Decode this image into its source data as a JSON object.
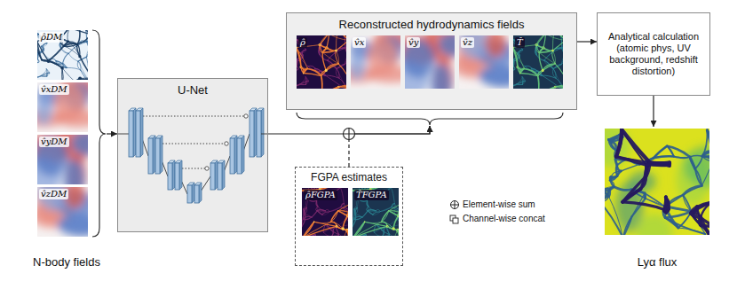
{
  "diagram": {
    "nodes": [
      {
        "text": [
          "N-body fields"
        ]
      },
      {
        "text": [
          "U-Net"
        ]
      },
      {
        "text": [
          "FGPA estimates"
        ]
      },
      {
        "text": [
          "Reconstructed hydrodynamics fields"
        ]
      },
      {
        "text": [
          "Analytical calculation (atomic phys, UV background, redshift distortion)"
        ]
      },
      {
        "text": [
          "Lyα flux"
        ]
      }
    ],
    "edges": [
      {
        "from": 0,
        "to": 1,
        "arrow": "to"
      },
      {
        "from": 1,
        "to": 3,
        "arrow": "to"
      },
      {
        "from": 2,
        "to": 3,
        "arrow": "to"
      },
      {
        "from": 3,
        "to": 4,
        "arrow": "to"
      },
      {
        "from": 4,
        "to": 5,
        "arrow": "to"
      }
    ],
    "labels": [
      "ρ̂DM",
      "v̂xDM",
      "v̂yDM",
      "v̂zDM",
      "ρ̂",
      "v̂x",
      "v̂y",
      "v̂z",
      "T̂",
      "ρ̂FGPA",
      "T̂FGPA"
    ],
    "legend": [
      {
        "text": "Element-wise sum"
      },
      {
        "text": "Channel-wise concat"
      }
    ]
  }
}
